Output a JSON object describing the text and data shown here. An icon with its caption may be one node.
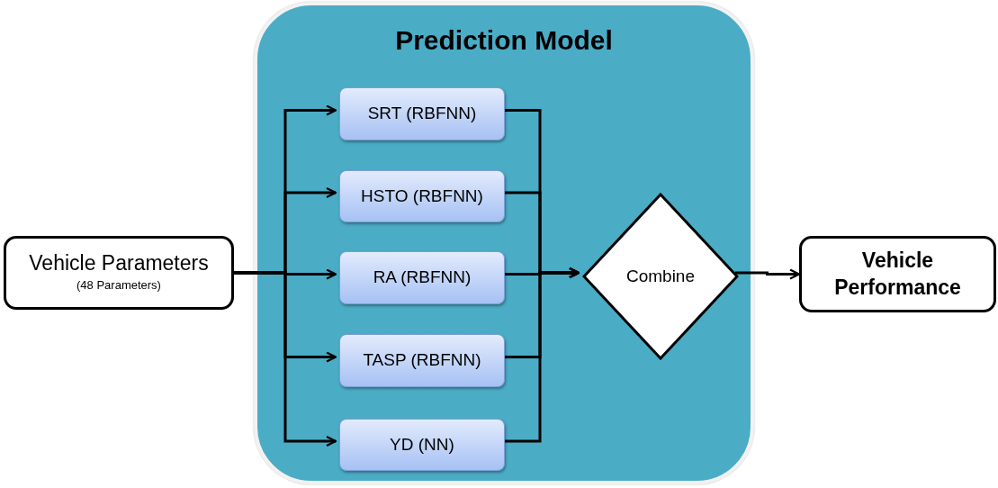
{
  "diagram": {
    "nodes": [
      {
        "text": [
          "Vehicle Parameters",
          "(48 Parameters)"
        ]
      },
      {
        "text": [
          "Prediction Model"
        ]
      },
      {
        "text": [
          "SRT (RBFNN)"
        ],
        "in": 1
      },
      {
        "text": [
          "HSTO (RBFNN)"
        ],
        "in": 1
      },
      {
        "text": [
          "RA (RBFNN)"
        ],
        "in": 1
      },
      {
        "text": [
          "TASP (RBFNN)"
        ],
        "in": 1
      },
      {
        "text": [
          "YD (NN)"
        ],
        "in": 1
      },
      {
        "text": [
          "Combine"
        ],
        "in": 1
      },
      {
        "text": [
          "Vehicle Performance"
        ]
      }
    ],
    "edges": [
      {
        "from": 0,
        "to": 2,
        "arrow": "to"
      },
      {
        "from": 0,
        "to": 3,
        "arrow": "to"
      },
      {
        "from": 0,
        "to": 4,
        "arrow": "to"
      },
      {
        "from": 0,
        "to": 5,
        "arrow": "to"
      },
      {
        "from": 0,
        "to": 6,
        "arrow": "to"
      },
      {
        "from": 2,
        "to": 7,
        "arrow": "to"
      },
      {
        "from": 3,
        "to": 7,
        "arrow": "to"
      },
      {
        "from": 4,
        "to": 7,
        "arrow": "to"
      },
      {
        "from": 5,
        "to": 7,
        "arrow": "to"
      },
      {
        "from": 6,
        "to": 7,
        "arrow": "to"
      },
      {
        "from": 7,
        "to": 8,
        "arrow": "to"
      }
    ]
  }
}
